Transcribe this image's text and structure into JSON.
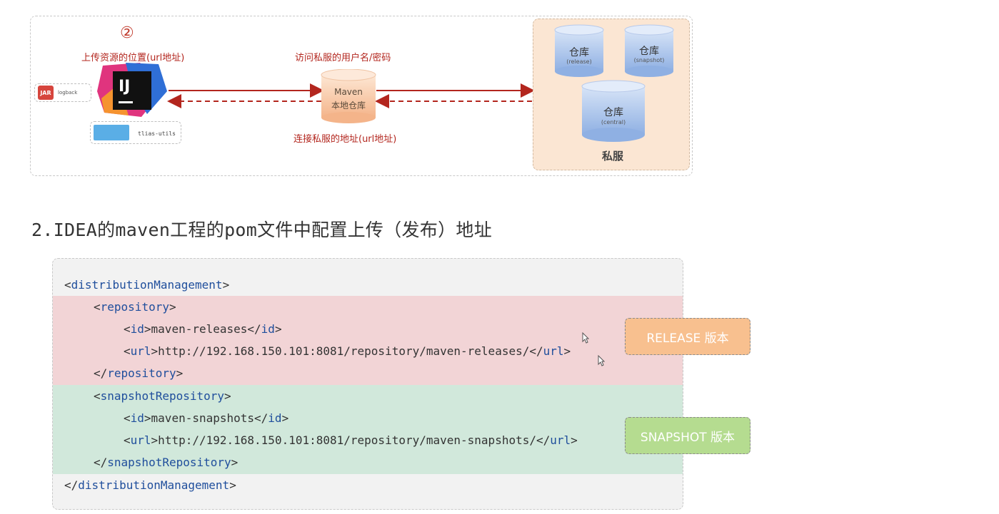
{
  "diagram": {
    "step_number": "②",
    "upload_location_label": "上传资源的位置(url地址)",
    "credentials_label": "访问私服的用户名/密码",
    "server_address_label": "连接私服的地址(url地址)",
    "jar_badge": "JAR",
    "jar_name": "logback",
    "ide_logo_text": "IJ",
    "folder_name": "tlias-utils",
    "local_repo": {
      "title": "Maven",
      "subtitle": "本地仓库"
    },
    "private_server_label": "私服",
    "repos": [
      {
        "name": "仓库",
        "type": "(release)"
      },
      {
        "name": "仓库",
        "type": "(snapshot)"
      },
      {
        "name": "仓库",
        "type": "(central)"
      }
    ],
    "colors": {
      "arrow": "#b3261e",
      "server_bg": "#fbe6d3",
      "db_fill": "#8fb0e3"
    }
  },
  "section_title": "2.IDEA的maven工程的pom文件中配置上传（发布）地址",
  "code": {
    "lines": [
      {
        "open": "<",
        "tag": "distributionManagement",
        "close": ">",
        "indent": 0
      },
      {
        "open": "<",
        "tag": "repository",
        "close": ">",
        "indent": 1
      },
      {
        "open": "<",
        "tag": "id",
        "mid": ">maven-releases</",
        "tag2": "id",
        "close": ">",
        "indent": 2
      },
      {
        "open": "<",
        "tag": "url",
        "mid": ">http://192.168.150.101:8081/repository/maven-releases/</",
        "tag2": "url",
        "close": ">",
        "indent": 2
      },
      {
        "open": "</",
        "tag": "repository",
        "close": ">",
        "indent": 1
      },
      {
        "open": "<",
        "tag": "snapshotRepository",
        "close": ">",
        "indent": 1
      },
      {
        "open": "<",
        "tag": "id",
        "mid": ">maven-snapshots</",
        "tag2": "id",
        "close": ">",
        "indent": 2
      },
      {
        "open": "<",
        "tag": "url",
        "mid": ">http://192.168.150.101:8081/repository/maven-snapshots/</",
        "tag2": "url",
        "close": ">",
        "indent": 2
      },
      {
        "open": "</",
        "tag": "snapshotRepository",
        "close": ">",
        "indent": 1
      },
      {
        "open": "</",
        "tag": "distributionManagement",
        "close": ">",
        "indent": 0
      }
    ],
    "colors": {
      "release_band": "#f2d4d6",
      "snapshot_band": "#d1e8db",
      "tag": "#1f4e9c"
    }
  },
  "badges": {
    "release": {
      "label": "RELEASE 版本",
      "color": "#f8c08f"
    },
    "snapshot": {
      "label": "SNAPSHOT 版本",
      "color": "#b5dc90"
    }
  }
}
